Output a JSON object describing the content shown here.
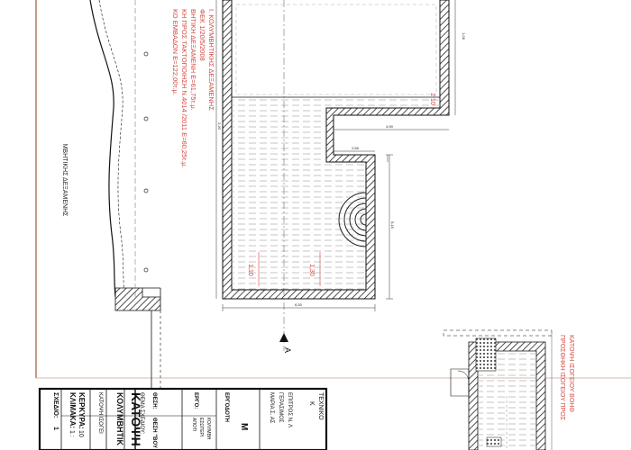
{
  "colors": {
    "ink": "#111111",
    "red_annotation": "#d2453c",
    "frame_border": "#a8705a",
    "hatch": "#333333",
    "water_lines": "#9a9a9a"
  },
  "notes_red": [
    "Ι. ΚΟΛΥΜΒΗΤΙΚΗΣ ΔΕΞΑΜΕΝΗΣ",
    "ΦΕΚ 1/20/5/2008",
    "ΒΗΤΙΚΗ ΔΕΞΑΜΕΝΗ Ε=61,75τ.μ.",
    "ΚΗ ΠΡΟΣ ΤΑΚΤΟΠΟΙΗΣΗ Ν.4014 /2011 Ε=60,25τ.μ.",
    "ΚΟ ΕΜΒΑΔΟΝ Ε=122,00τ.μ."
  ],
  "section_caption": "ΜΒΗΤΙΚΗΣ ΔΕΞΑΜΕΝΗΣ",
  "dimensions": {
    "top_right": "2,10",
    "step_width": "4,90",
    "step_depth": "2,56",
    "left_length": "2,20",
    "bottom_width": "6,30",
    "right_length": "5,15",
    "side_offset": "1,06"
  },
  "depth_labels": {
    "shallow": "1,10",
    "deep": "1,30"
  },
  "section_marker": "A",
  "small_plan_caption": [
    "ΚΑΤΟΨΗ ΙΣΟΓΕΙΟΥ ΒΟΗΘ",
    "ΠΡΟΣΘΗΚΗ ΙΣΟΓΕΙΟΥ ΠΡΟΣ"
  ],
  "title_block": {
    "office": [
      "ΤΕΧΝΙΚΟ",
      "Κ"
    ],
    "engineer": [
      "ΕΠΙΤΡΟΣ Ν. Λ",
      "ΓΕΡΑΣΙΜΟΣ",
      "ΜΑΡΙΑ Σ. ΑΣ"
    ],
    "erg_label": "ΕΡΓΟΔΟΤΗ",
    "erg_value": "Μ",
    "ergo_label": "ΕΡΓΟ:",
    "ergo_value": [
      "ΑΠΟΤΙ",
      "ΕΣΩΤΕΡΙ",
      "ΚΟΛΥΜΒΗ"
    ],
    "thesi_label": "ΘΕΣΗ:",
    "thesi_value": "ΘΕΣΗ \"ΒΟΥ",
    "thema_label": "ΘΕΜΑ ΣΧΕΔΙΟΥ:",
    "thema_value": [
      "ΚΑΤΟΨΗ",
      "ΚΟΛΥΜΒΗΤΙΚ",
      "ΚΑΤΟΨΗ ΙΣΟΓΕΙ"
    ],
    "klimaka_label": "ΚΛΙΜΑΚΑ:",
    "klimaka_value": "1 :",
    "kerkyra_label": "ΚΕΡΚΥΡΑ:",
    "kerkyra_value": "10",
    "sxedio_label": "ΣΧΕΔΙΟ:",
    "sxedio_value": "1"
  }
}
